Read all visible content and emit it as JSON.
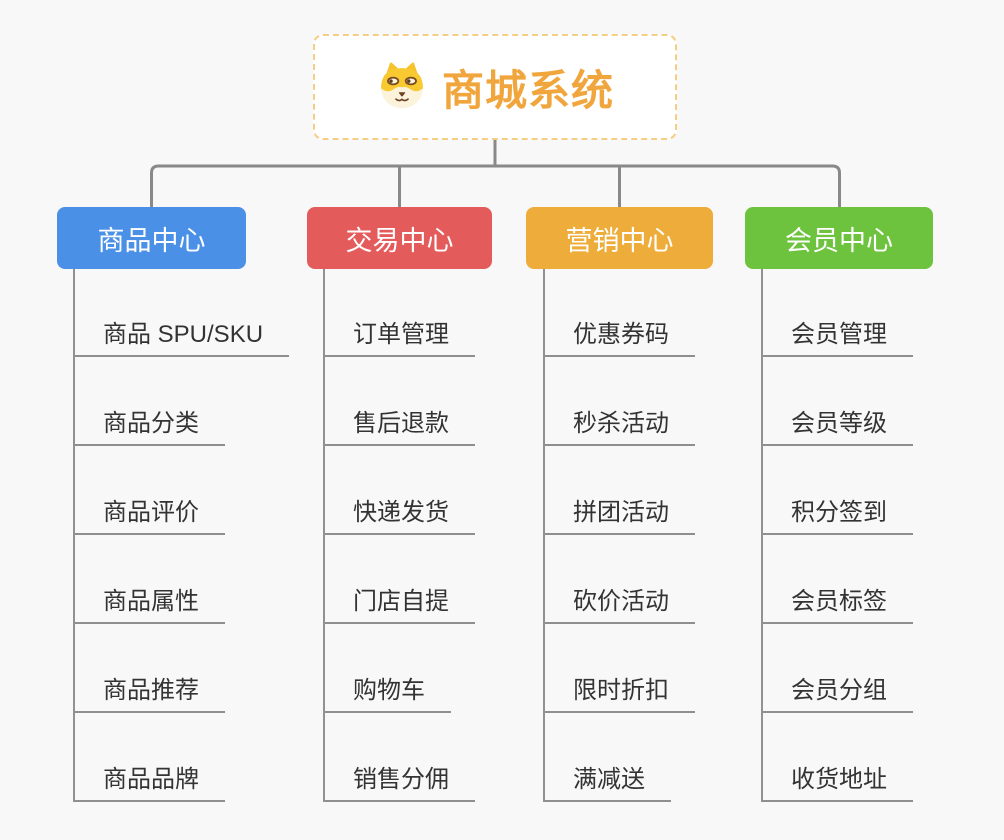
{
  "page": {
    "background_color": "#F8F8F8"
  },
  "root": {
    "title": "商城系统",
    "icon": "shiba-dog",
    "title_color": "#F0A63C",
    "border_color": "#F6CD85"
  },
  "connectors": {
    "line_color": "#898989",
    "trunk_color": "#919191",
    "underline_color": "#8F8F8F"
  },
  "branches": [
    {
      "label": "商品中心",
      "color": "#4B90E7",
      "items": [
        "商品 SPU/SKU",
        "商品分类",
        "商品评价",
        "商品属性",
        "商品推荐",
        "商品品牌"
      ]
    },
    {
      "label": "交易中心",
      "color": "#E45B5B",
      "items": [
        "订单管理",
        "售后退款",
        "快递发货",
        "门店自提",
        "购物车",
        "销售分佣"
      ]
    },
    {
      "label": "营销中心",
      "color": "#EEAD3B",
      "items": [
        "优惠券码",
        "秒杀活动",
        "拼团活动",
        "砍价活动",
        "限时折扣",
        "满减送"
      ]
    },
    {
      "label": "会员中心",
      "color": "#6DC23E",
      "items": [
        "会员管理",
        "会员等级",
        "积分签到",
        "会员标签",
        "会员分组",
        "收货地址"
      ]
    }
  ]
}
